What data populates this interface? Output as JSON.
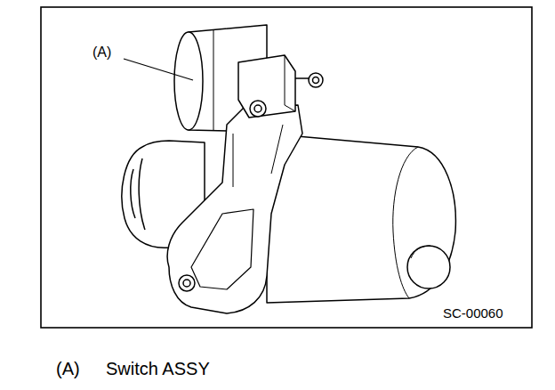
{
  "diagram": {
    "labels": [
      "(A)",
      "SC-00060",
      "(A)",
      "Switch ASSY"
    ]
  }
}
